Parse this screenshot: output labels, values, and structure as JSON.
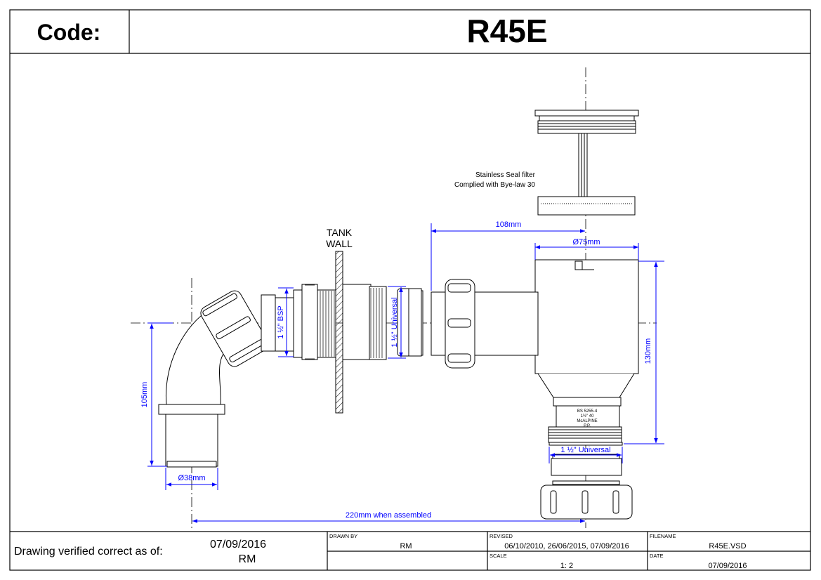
{
  "header": {
    "code_label": "Code:",
    "code_value": "R45E"
  },
  "annotations": {
    "filter_line1": "Stainless Seal filter",
    "filter_line2": "Complied with Bye-law 30",
    "tank_line1": "TANK",
    "tank_line2": "WALL",
    "moulding_1": "BS 5255-4",
    "moulding_2": "1½\" 40",
    "moulding_3": "McALPINE",
    "moulding_4": "P.P."
  },
  "dimensions": {
    "d108": "108mm",
    "d75": "Ø75mm",
    "d130": "130mm",
    "bsp": "1 ½\" BSP",
    "universal_v": "1 ½\" Universal",
    "d105": "105mm",
    "d38": "Ø38mm",
    "universal_h": "1 ½\" Universal",
    "assembled": "220mm when assembled"
  },
  "title_block": {
    "verified_label": "Drawing verified  correct as of:",
    "verified_date": "07/09/2016",
    "verified_by": "RM",
    "drawn_by_label": "DRAWN BY",
    "drawn_by": "RM",
    "revised_label": "REVISED",
    "revised": "06/10/2010, 26/06/2015, 07/09/2016",
    "filename_label": "FILENAME",
    "filename": "R45E.VSD",
    "scale_label": "SCALE",
    "scale": "1: 2",
    "date_label": "DATE",
    "date": "07/09/2016"
  },
  "colors": {
    "dimension": "#0000ff",
    "line": "#000000"
  }
}
